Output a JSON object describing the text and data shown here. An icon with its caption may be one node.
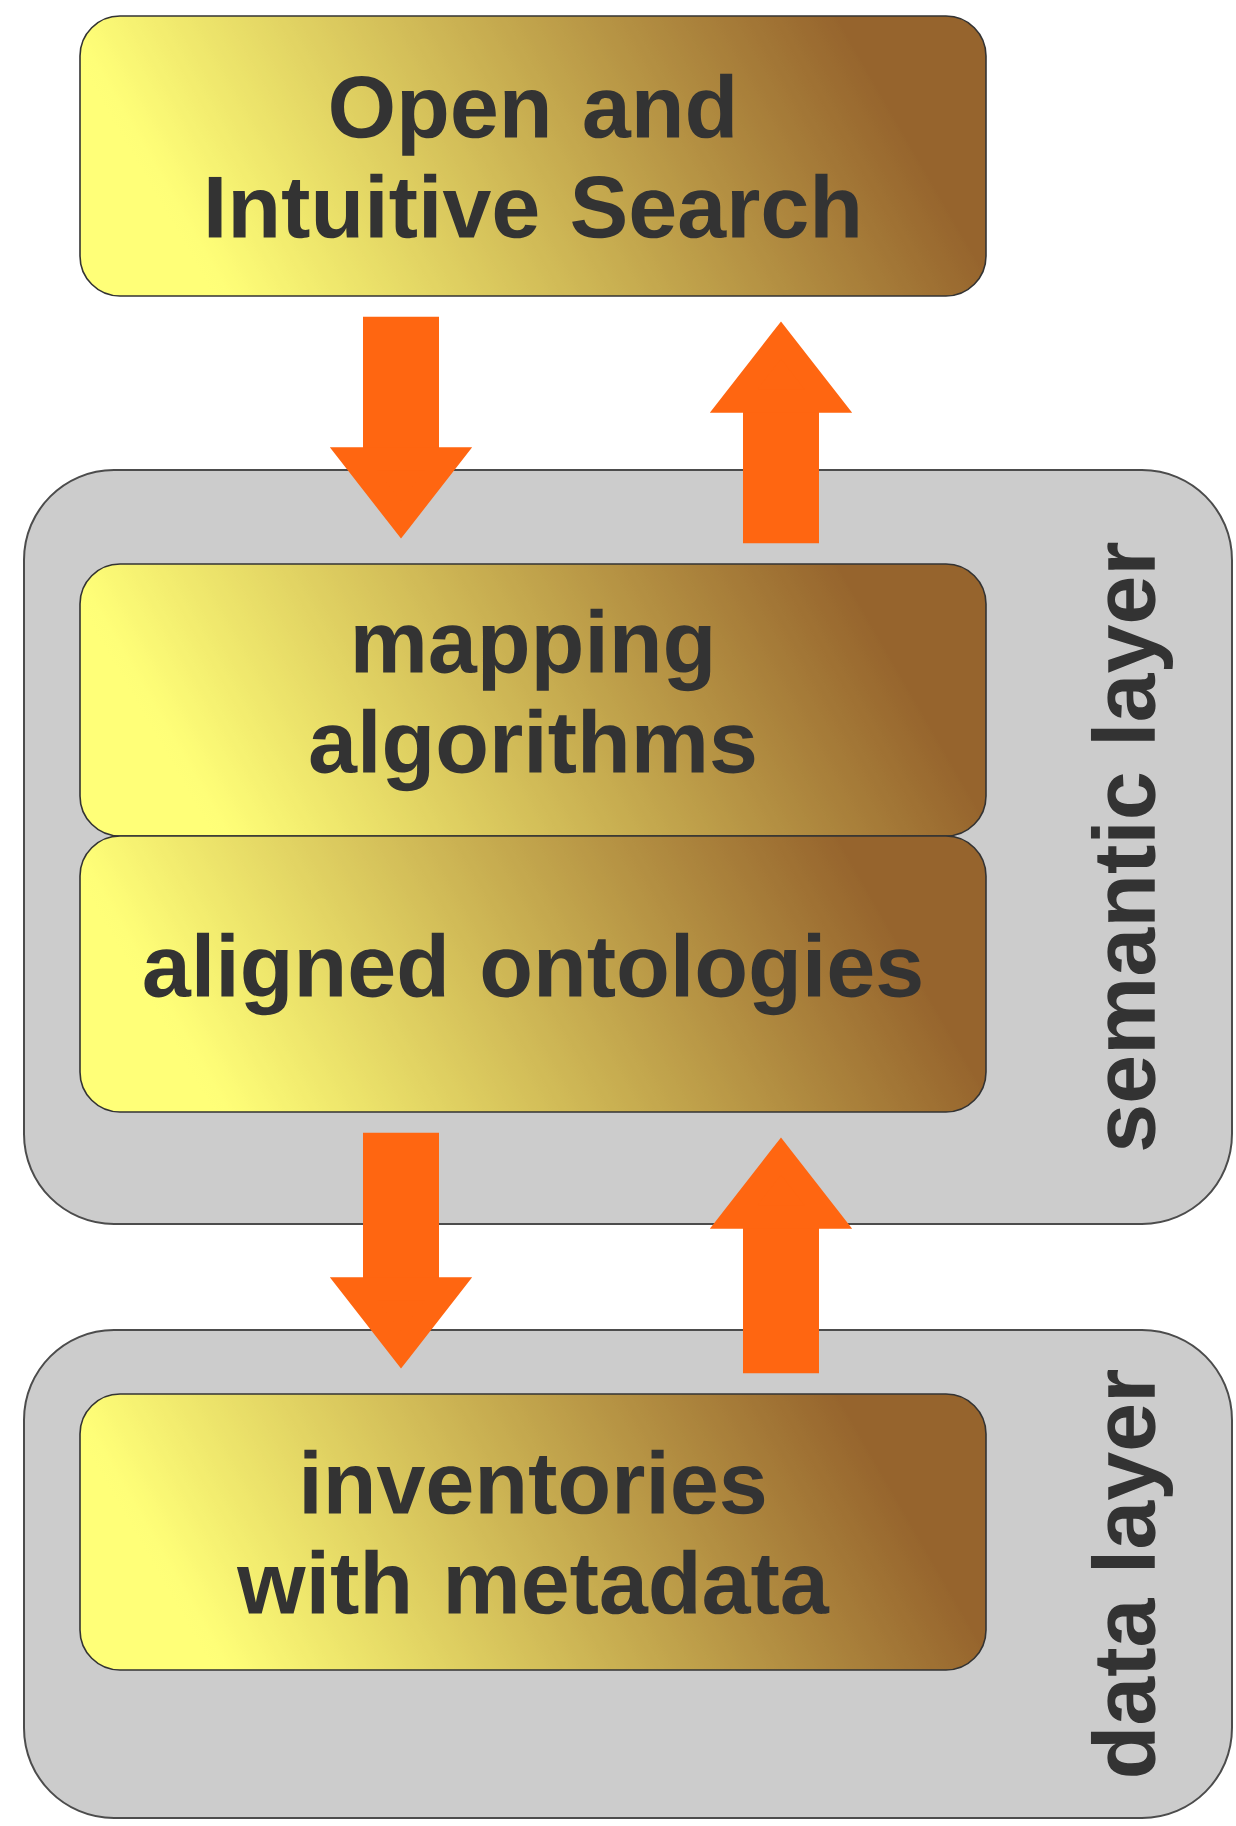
{
  "diagram": {
    "nodes": [
      {
        "text": [
          "Open and Intuitive Search"
        ]
      },
      {
        "text": [
          "semantic layer"
        ]
      },
      {
        "text": [
          "mapping algorithms"
        ],
        "in": 1
      },
      {
        "text": [
          "aligned ontologies"
        ],
        "in": 1
      },
      {
        "text": [
          "data layer"
        ]
      },
      {
        "text": [
          "inventories with metadata"
        ],
        "in": 4
      }
    ],
    "edges": [
      {
        "from": 0,
        "to": 2,
        "arrow": "to"
      },
      {
        "from": 2,
        "to": 0,
        "arrow": "to"
      },
      {
        "from": 3,
        "to": 5,
        "arrow": "to"
      },
      {
        "from": 5,
        "to": 3,
        "arrow": "to"
      }
    ]
  }
}
